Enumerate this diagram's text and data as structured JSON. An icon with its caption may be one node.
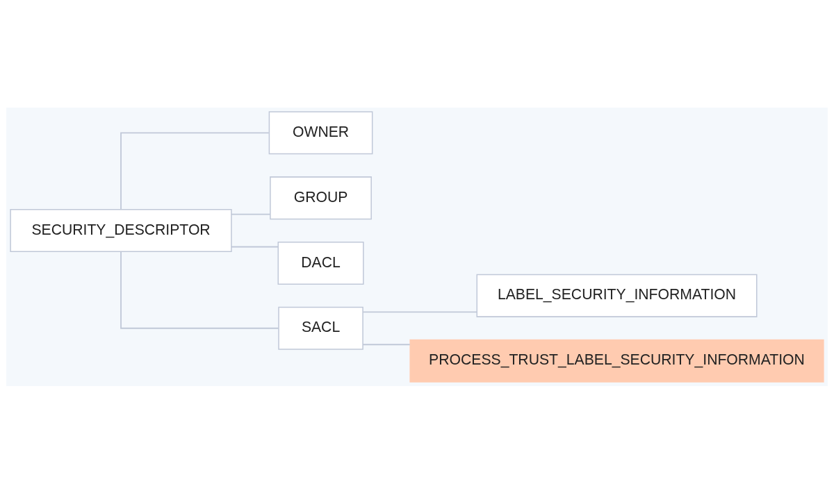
{
  "diagram": {
    "nodes": [
      {
        "text": [
          "SECURITY_DESCRIPTOR"
        ]
      },
      {
        "text": [
          "OWNER"
        ]
      },
      {
        "text": [
          "GROUP"
        ]
      },
      {
        "text": [
          "DACL"
        ]
      },
      {
        "text": [
          "SACL"
        ]
      },
      {
        "text": [
          "LABEL_SECURITY_INFORMATION"
        ]
      },
      {
        "text": [
          "PROCESS_TRUST_LABEL_SECURITY_INFORMATION"
        ]
      }
    ],
    "edges": [
      {
        "from": 0,
        "to": 1,
        "arrow": "none"
      },
      {
        "from": 0,
        "to": 2,
        "arrow": "none"
      },
      {
        "from": 0,
        "to": 3,
        "arrow": "none"
      },
      {
        "from": 0,
        "to": 4,
        "arrow": "none"
      },
      {
        "from": 4,
        "to": 5,
        "arrow": "none"
      },
      {
        "from": 4,
        "to": 6,
        "arrow": "none"
      }
    ]
  }
}
